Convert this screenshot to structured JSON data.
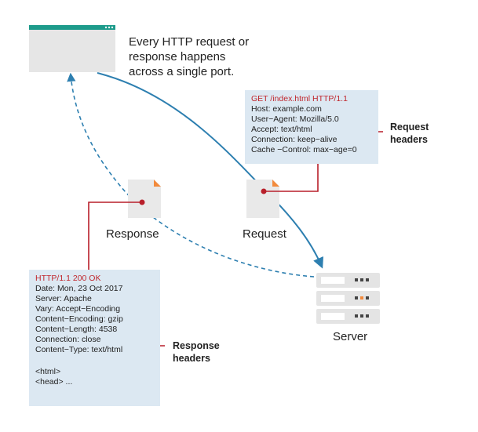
{
  "caption": {
    "line1": "Every HTTP request or",
    "line2": "response happens",
    "line3": "across a single port."
  },
  "request": {
    "label": "Request",
    "headers_label_line1": "Request",
    "headers_label_line2": "headers",
    "lines": [
      "GET /index.html HTTP/1.1",
      "Host: example.com",
      "User−Agent: Mozilla/5.0",
      "Accept: text/html",
      "Connection: keep−alive",
      "Cache −Control: max−age=0"
    ]
  },
  "response": {
    "label": "Response",
    "headers_label_line1": "Response",
    "headers_label_line2": "headers",
    "lines": [
      "HTTP/1.1 200 OK",
      "Date: Mon, 23 Oct 2017",
      "Server: Apache",
      "Vary: Accept−Encoding",
      "Content−Encoding: gzip",
      "Content−Length: 4538",
      "Connection: close",
      "Content−Type: text/html",
      "",
      "<html>",
      "<head> ..."
    ]
  },
  "server": {
    "label": "Server"
  },
  "colors": {
    "browser_bar": "#1d9b8b",
    "arrow": "#2d7fb0",
    "connector": "#b81f2a",
    "box_fill": "#dce8f2",
    "doc_fold": "#f28a3c"
  }
}
